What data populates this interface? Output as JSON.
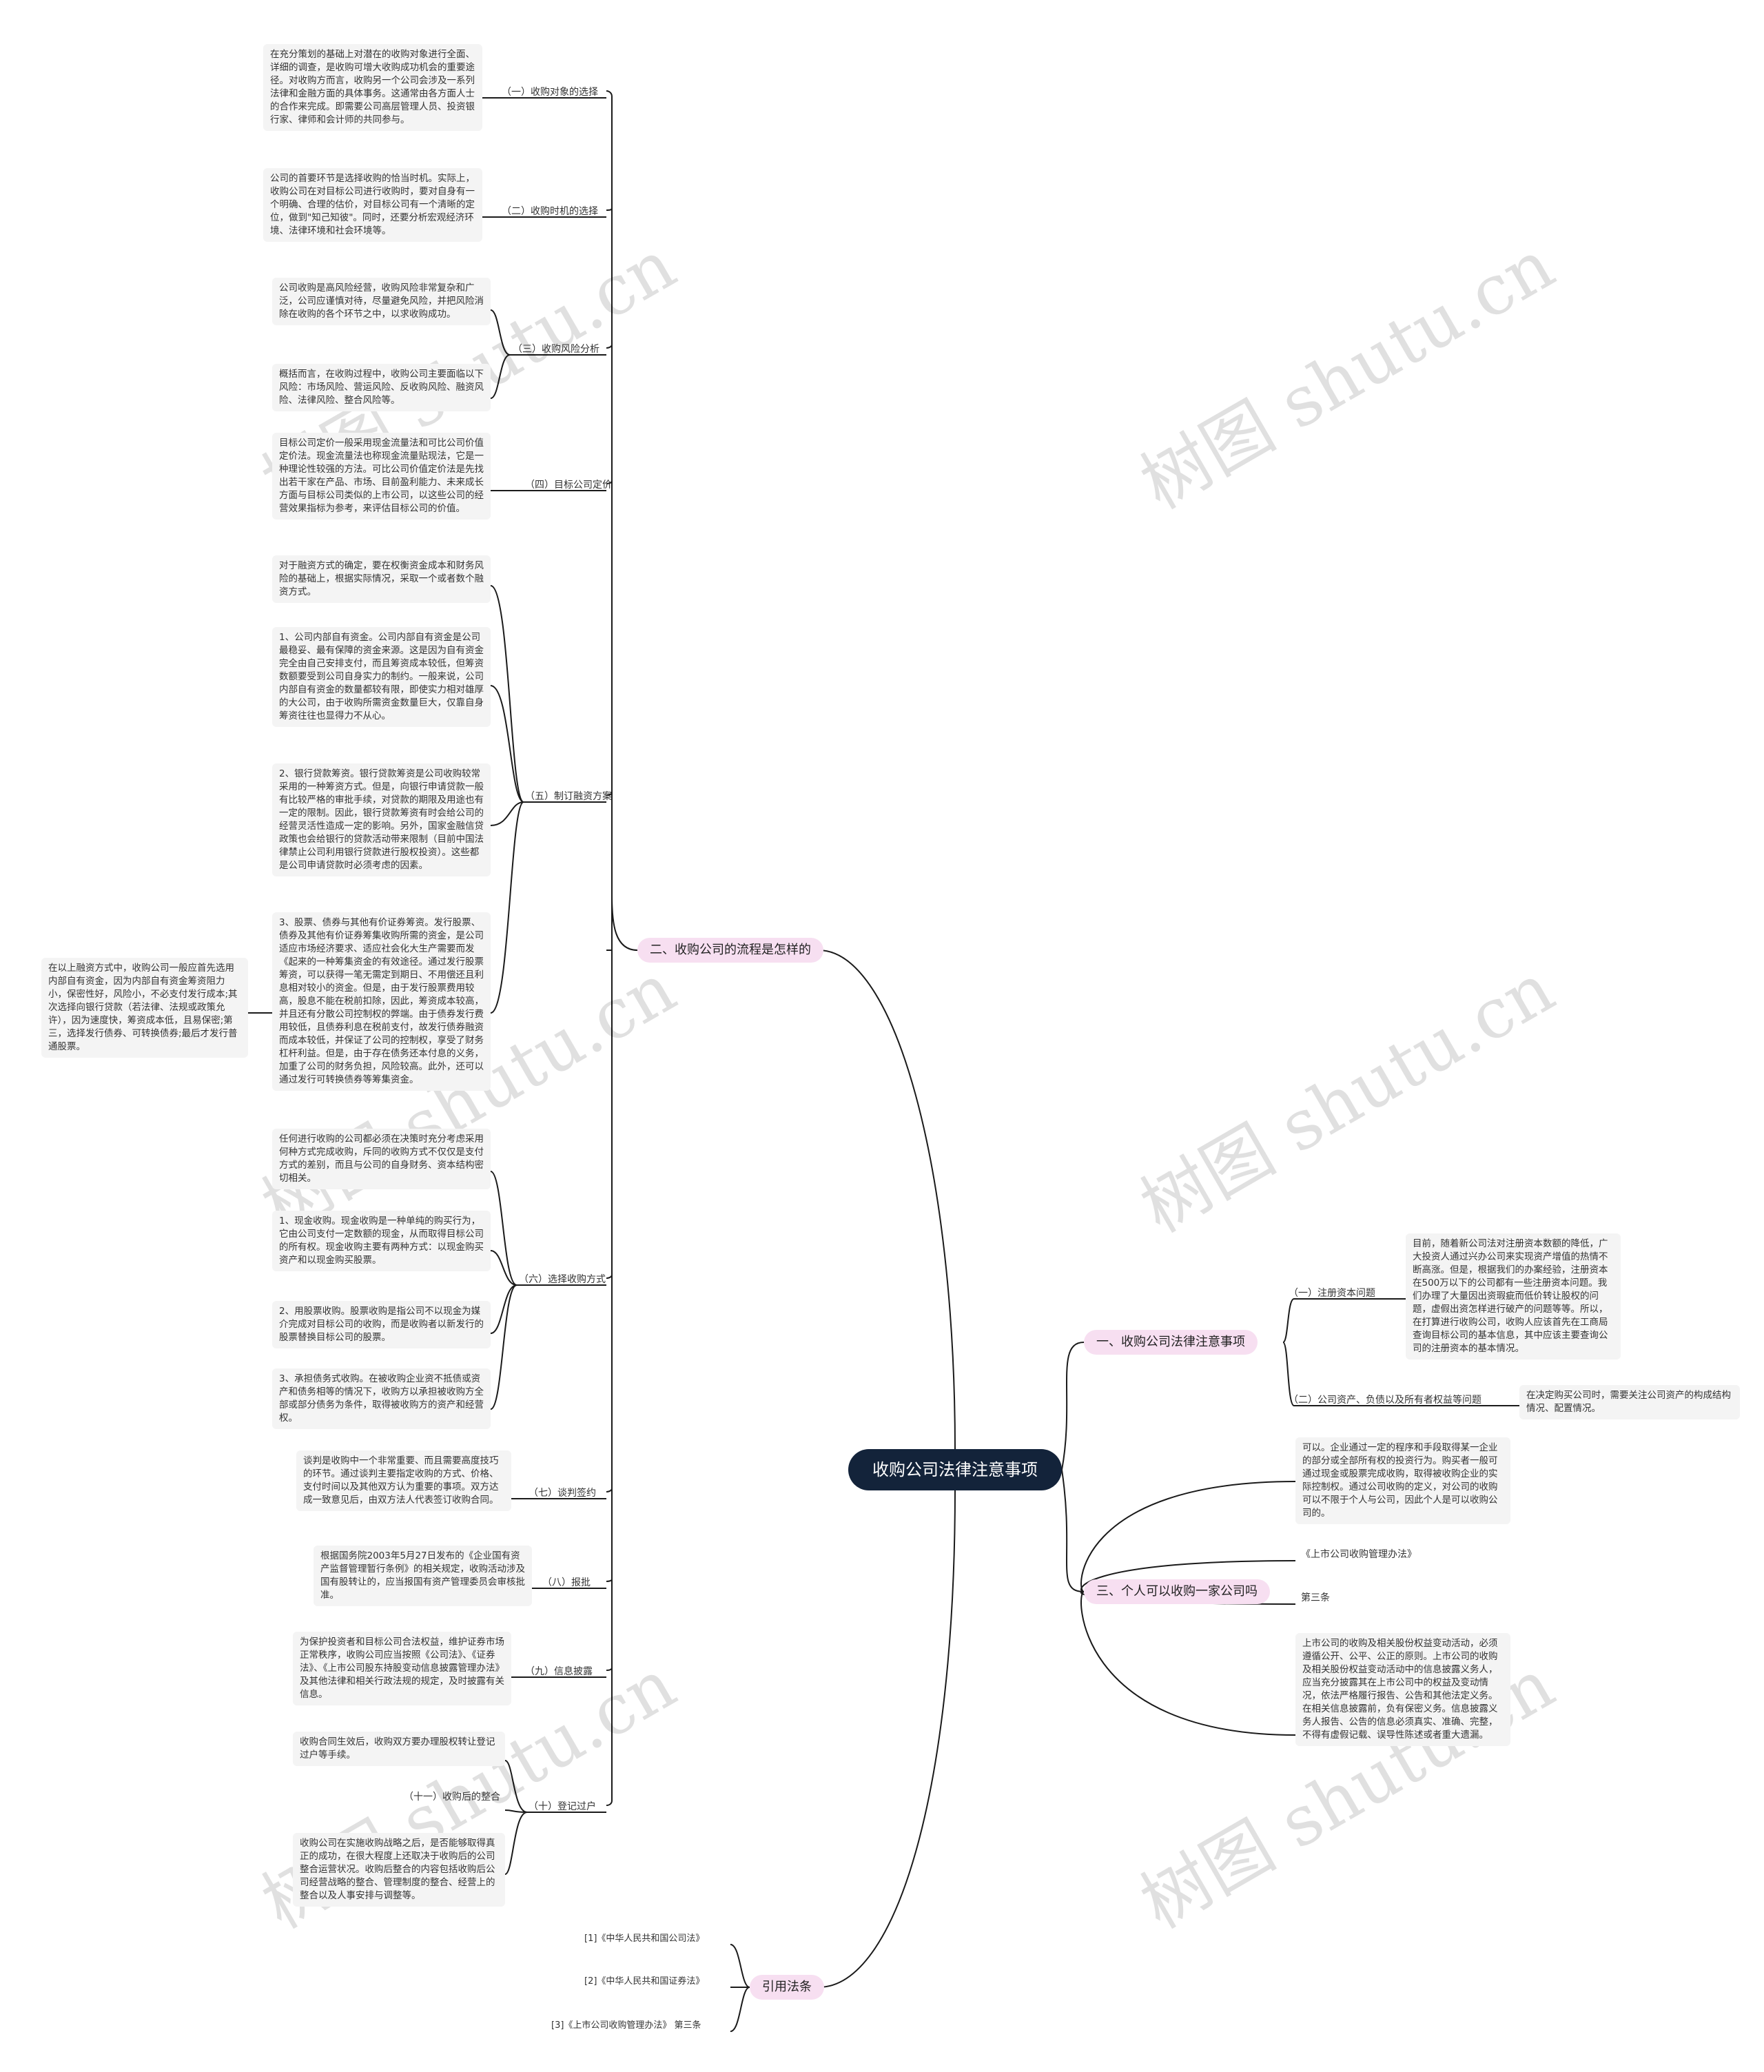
{
  "root": "收购公司法律注意事项",
  "branches": {
    "process": "二、收购公司的流程是怎样的",
    "legal": "一、收购公司法律注意事项",
    "individual": "三、个人可以收购一家公司吗",
    "laws": "引用法条"
  },
  "process_nodes": {
    "n1": "（一）收购对象的选择",
    "n2": "（二）收购时机的选择",
    "n3": "（三）收购风险分析",
    "n4": "（四）目标公司定价",
    "n5": "（五）制订融资方案",
    "n6": "（六）选择收购方式",
    "n7": "（七）谈判签约",
    "n8": "（八）报批",
    "n9": "（九）信息披露",
    "n10": "（十）登记过户",
    "n11": "（十一）收购后的整合"
  },
  "process_notes": {
    "n1": "在充分策划的基础上对潜在的收购对象进行全面、详细的调查，是收购可增大收购成功机会的重要途径。对收购方而言，收购另一个公司会涉及一系列法律和金融方面的具体事务。这通常由各方面人士的合作来完成。即需要公司高层管理人员、投资银行家、律师和会计师的共同参与。",
    "n2": "公司的首要环节是选择收购的恰当时机。实际上，收购公司在对目标公司进行收购时，要对自身有一个明确、合理的估价，对目标公司有一个清晰的定位，做到\"知己知彼\"。同时，还要分析宏观经济环境、法律环境和社会环境等。",
    "n3a": "公司收购是高风险经营，收购风险非常复杂和广泛，公司应谨慎对待，尽量避免风险，并把风险消除在收购的各个环节之中，以求收购成功。",
    "n3b": "概括而言，在收购过程中，收购公司主要面临以下风险：市场风险、营运风险、反收购风险、融资风险、法律风险、整合风险等。",
    "n4": "目标公司定价一般采用现金流量法和可比公司价值定价法。现金流量法也称现金流量贴现法，它是一种理论性较强的方法。可比公司价值定价法是先找出若干家在产品、市场、目前盈利能力、未来成长方面与目标公司类似的上市公司，以这些公司的经营效果指标为参考，来评估目标公司的价值。",
    "n5a": "对于融资方式的确定，要在权衡资金成本和财务风险的基础上，根据实际情况，采取一个或者数个融资方式。",
    "n5b": "1、公司内部自有资金。公司内部自有资金是公司最稳妥、最有保障的资金来源。这是因为自有资金完全由自己安排支付，而且筹资成本较低，但筹资数额要受到公司自身实力的制约。一般来说，公司内部自有资金的数量都较有限，即使实力相对雄厚的大公司，由于收购所需资金数量巨大，仅靠自身筹资往往也显得力不从心。",
    "n5c": "2、银行贷款筹资。银行贷款筹资是公司收购较常采用的一种筹资方式。但是，向银行申请贷款一般有比较严格的审批手续，对贷款的期限及用途也有一定的限制。因此，银行贷款筹资有时会给公司的经营灵活性造成一定的影响。另外，国家金融信贷政策也会给银行的贷款活动带来限制（目前中国法律禁止公司利用银行贷款进行股权投资）。这些都是公司申请贷款时必须考虑的因素。",
    "n5d": "3、股票、债券与其他有价证券筹资。发行股票、债券及其他有价证券筹集收购所需的资金，是公司适应市场经济要求、适应社会化大生产需要而发《起来的一种筹集资金的有效途径。通过发行股票筹资，可以获得一笔无需定到期日、不用偿还且利息相对较小的资金。但是，由于发行股票费用较高，股息不能在税前扣除，因此，筹资成本较高，并且还有分散公司控制权的弊端。由于债券发行费用较低，且债券利息在税前支付，故发行债券融资而成本较低，并保证了公司的控制权，享受了财务杠杆利益。但是，由于存在债务还本付息的义务，加重了公司的财务负担，风险较高。此外，还可以通过发行可转换债券等筹集资金。",
    "n5e": "在以上融资方式中，收购公司一般应首先选用内部自有资金，因为内部自有资金筹资阻力小，保密性好，风险小，不必支付发行成本;其次选择向银行贷款（若法律、法规或政策允许），因为速度快，筹资成本低，且易保密;第三，选择发行债券、可转换债券;最后才发行普通股票。",
    "n6a": "任何进行收购的公司都必须在决策时充分考虑采用何种方式完成收购，斥同的收购方式不仅仅是支付方式的差别，而且与公司的自身财务、资本结构密切相关。",
    "n6b": "1、现金收购。现金收购是一种单纯的购买行为，它由公司支付一定数额的现金，从而取得目标公司的所有权。现金收购主要有两种方式：以现金购买资产和以现金购买股票。",
    "n6c": "2、用股票收购。股票收购是指公司不以现金为媒介完成对目标公司的收购，而是收购者以新发行的股票替换目标公司的股票。",
    "n6d": "3、承担债务式收购。在被收购企业资不抵债或资产和债务相等的情况下，收购方以承担被收购方全部或部分债务为条件，取得被收购方的资产和经营权。",
    "n7": "谈判是收购中一个非常重要、而且需要高度技巧的环节。通过谈判主要指定收购的方式、价格、支付时间以及其他双方认为重要的事项。双方达成一致意见后，由双方法人代表签订收购合同。",
    "n8": "根据国务院2003年5月27日发布的《企业国有资产监督管理暂行条例》的相关规定，收购活动涉及国有股转让的，应当报国有资产管理委员会审核批准。",
    "n9": "为保护投资者和目标公司合法权益，维护证券市场正常秩序，收购公司应当按照《公司法》、《证券法》、《上市公司股东持股变动信息披露管理办法》及其他法律和相关行政法规的规定，及时披露有关信息。",
    "n10": "收购合同生效后，收购双方要办理股权转让登记过户等手续。",
    "n11": "收购公司在实施收购战略之后，是否能够取得真正的成功，在很大程度上还取决于收购后的公司整合运营状况。收购后整合的内容包括收购后公司经营战略的整合、管理制度的整合、经营上的整合以及人事安排与调整等。"
  },
  "legal_nodes": {
    "a": "（一）注册资本问题",
    "b": "（二）公司资产、负债以及所有者权益等问题"
  },
  "legal_notes": {
    "a": "目前，随着新公司法对注册资本数额的降低，广大投资人通过兴办公司来实现资产增值的热情不断高涨。但是，根据我们的办案经验，注册资本在500万以下的公司都有一些注册资本问题。我们办理了大量因出资瑕疵而低价转让股权的问题，虚假出资怎样进行破产的问题等等。所以，在打算进行收购公司，收购人应该首先在工商局查询目标公司的基本信息，其中应该主要查询公司的注册资本的基本情况。",
    "b": "在决定购买公司时，需要关注公司资产的构成结构情况、配置情况。"
  },
  "individual_items": {
    "a": "可以。企业通过一定的程序和手段取得某一企业的部分或全部所有权的投资行为。购买者一般可通过现金或股票完成收购，取得被收购企业的实际控制权。通过公司收购的定义，对公司的收购可以不限于个人与公司，因此个人是可以收购公司的。",
    "b": "《上市公司收购管理办法》",
    "c": "第三条",
    "d": "上市公司的收购及相关股份权益变动活动，必须遵循公开、公平、公正的原则。上市公司的收购及相关股份权益变动活动中的信息披露义务人，应当充分披露其在上市公司中的权益及变动情况，依法严格履行报告、公告和其他法定义务。在相关信息披露前，负有保密义务。信息披露义务人报告、公告的信息必须真实、准确、完整，不得有虚假记载、误导性陈述或者重大遗漏。"
  },
  "law_items": {
    "a": "[1]《中华人民共和国公司法》",
    "b": "[2]《中华人民共和国证券法》",
    "c": "[3]《上市公司收购管理办法》 第三条"
  },
  "watermark": "树图 shutu.cn",
  "colors": {
    "root_bg": "#13233a",
    "branch_bg": "#f7dff1",
    "note_bg": "#f4f4f4",
    "line": "#1a1a1a"
  }
}
